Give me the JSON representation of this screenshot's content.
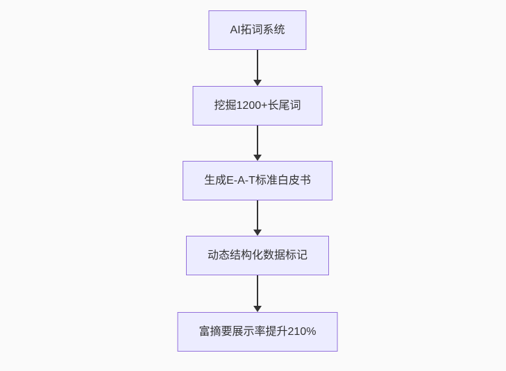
{
  "diagram": {
    "type": "flowchart",
    "direction": "top-down",
    "colors": {
      "background": "#fafafa",
      "node_fill": "#ECECFF",
      "node_border": "#9370DB",
      "node_text": "#333333",
      "arrow": "#333333"
    },
    "nodes": [
      {
        "id": "n0",
        "label": "AI拓词系统"
      },
      {
        "id": "n1",
        "label": "挖掘1200+长尾词"
      },
      {
        "id": "n2",
        "label": "生成E-A-T标准白皮书"
      },
      {
        "id": "n3",
        "label": "动态结构化数据标记"
      },
      {
        "id": "n4",
        "label": "富摘要展示率提升210%"
      }
    ],
    "edges": [
      {
        "from": "n0",
        "to": "n1"
      },
      {
        "from": "n1",
        "to": "n2"
      },
      {
        "from": "n2",
        "to": "n3"
      },
      {
        "from": "n3",
        "to": "n4"
      }
    ]
  }
}
